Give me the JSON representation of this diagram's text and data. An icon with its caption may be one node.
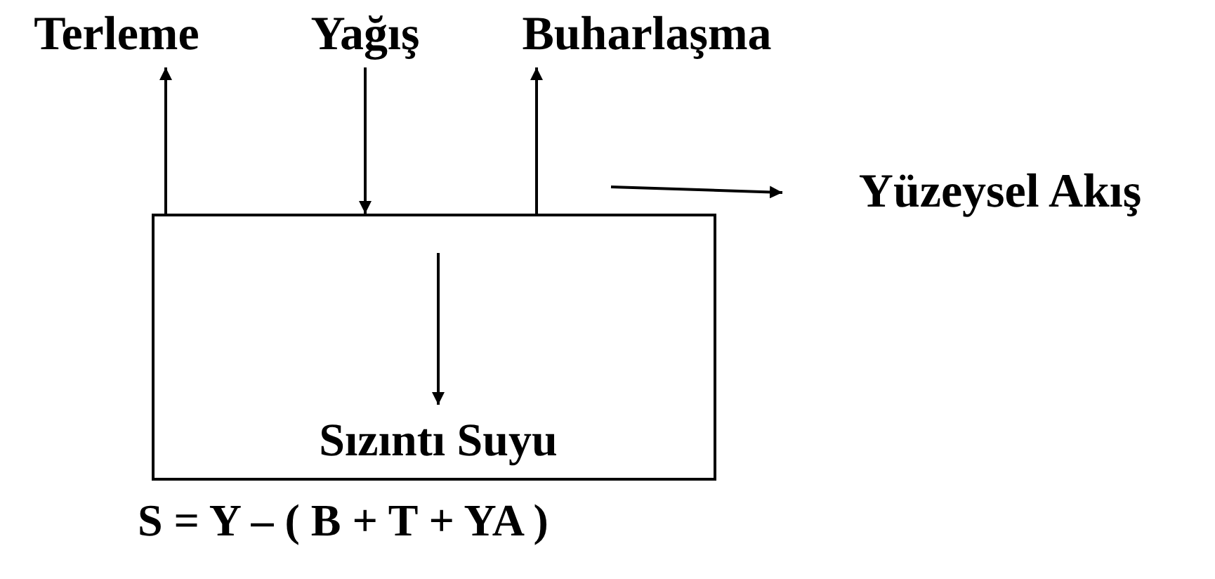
{
  "diagram": {
    "nodes": [
      {
        "text": [],
        "shape": "box"
      },
      {
        "text": [
          "Sızıntı Suyu"
        ],
        "in": 0
      },
      {
        "text": [
          "Terleme"
        ]
      },
      {
        "text": [
          "Yağış"
        ]
      },
      {
        "text": [
          "Buharlaşma"
        ]
      },
      {
        "text": [
          "Yüzeysel Akış"
        ]
      }
    ],
    "edges": [
      {
        "from": 0,
        "to": 2,
        "arrow": "to"
      },
      {
        "from": 3,
        "to": 0,
        "arrow": "to"
      },
      {
        "from": 0,
        "to": 4,
        "arrow": "to"
      },
      {
        "from": null,
        "to": 5,
        "arrow": "to"
      },
      {
        "from": null,
        "to": 1,
        "arrow": "to"
      }
    ],
    "labels": [
      "S = Y – ( B + T + YA )"
    ]
  }
}
